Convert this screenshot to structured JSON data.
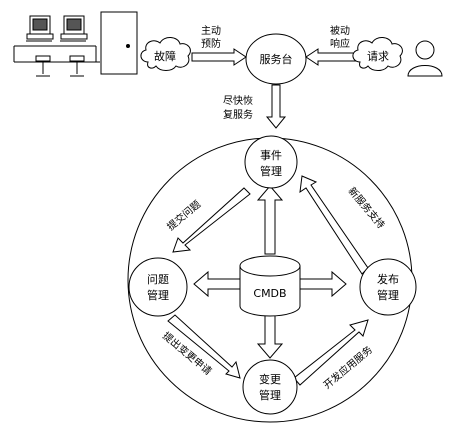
{
  "nodes": {
    "fault": "故障",
    "service_desk": "服务台",
    "request": "请求",
    "incident_mgmt": [
      "事件",
      "管理"
    ],
    "problem_mgmt": [
      "问题",
      "管理"
    ],
    "change_mgmt": [
      "变更",
      "管理"
    ],
    "release_mgmt": [
      "发布",
      "管理"
    ],
    "cmdb": "CMDB"
  },
  "arrow_labels": {
    "proactive": [
      "主动",
      "预防"
    ],
    "reactive": [
      "被动",
      "响应"
    ],
    "restore": [
      "尽快恢",
      "复服务"
    ],
    "submit_problem": "提交问题",
    "new_service_support": "新服务支持",
    "submit_change": "提出变更申请",
    "develop_service": "开发应用服务"
  },
  "colors": {
    "stroke": "#000000",
    "fill": "#ffffff",
    "arrow_fill": "#ffffff"
  }
}
